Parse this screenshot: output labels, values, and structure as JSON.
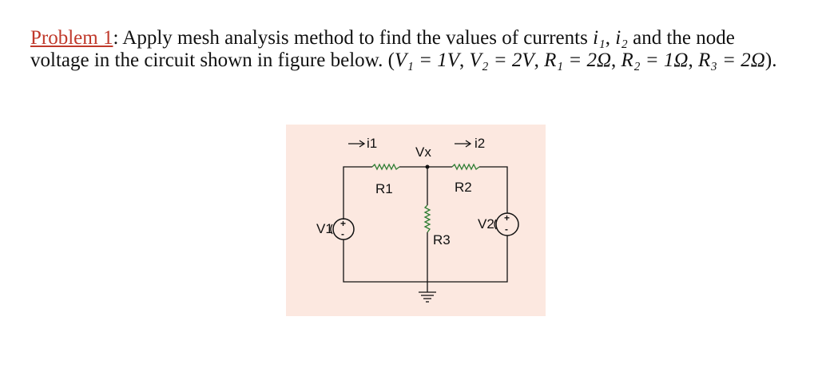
{
  "problem": {
    "label": "Problem 1",
    "colon": ":",
    "text1": " Apply mesh analysis method to find the values of currents ",
    "i1": "i₁",
    "comma1": ", ",
    "i2": "i₂",
    "text2": " and the node voltage in the circuit shown in figure below. (",
    "v1": "V₁ = 1V",
    "sep1": ",  ",
    "v2": "V₂ = 2V",
    "sep2": ",  ",
    "r1": "R₁ = 2Ω",
    "sep3": ",  ",
    "r2": "R₂ = 1Ω",
    "sep4": ", ",
    "r3": "R₃ = 2Ω",
    "end": ")."
  },
  "circuit": {
    "background": "#fce8e0",
    "labels": {
      "i1": "i1",
      "vx": "Vx",
      "i2": "i2",
      "r1": "R1",
      "r2": "R2",
      "r3": "R3",
      "v1": "V1",
      "v2": "V2",
      "plus": "+",
      "minus": "-"
    }
  }
}
